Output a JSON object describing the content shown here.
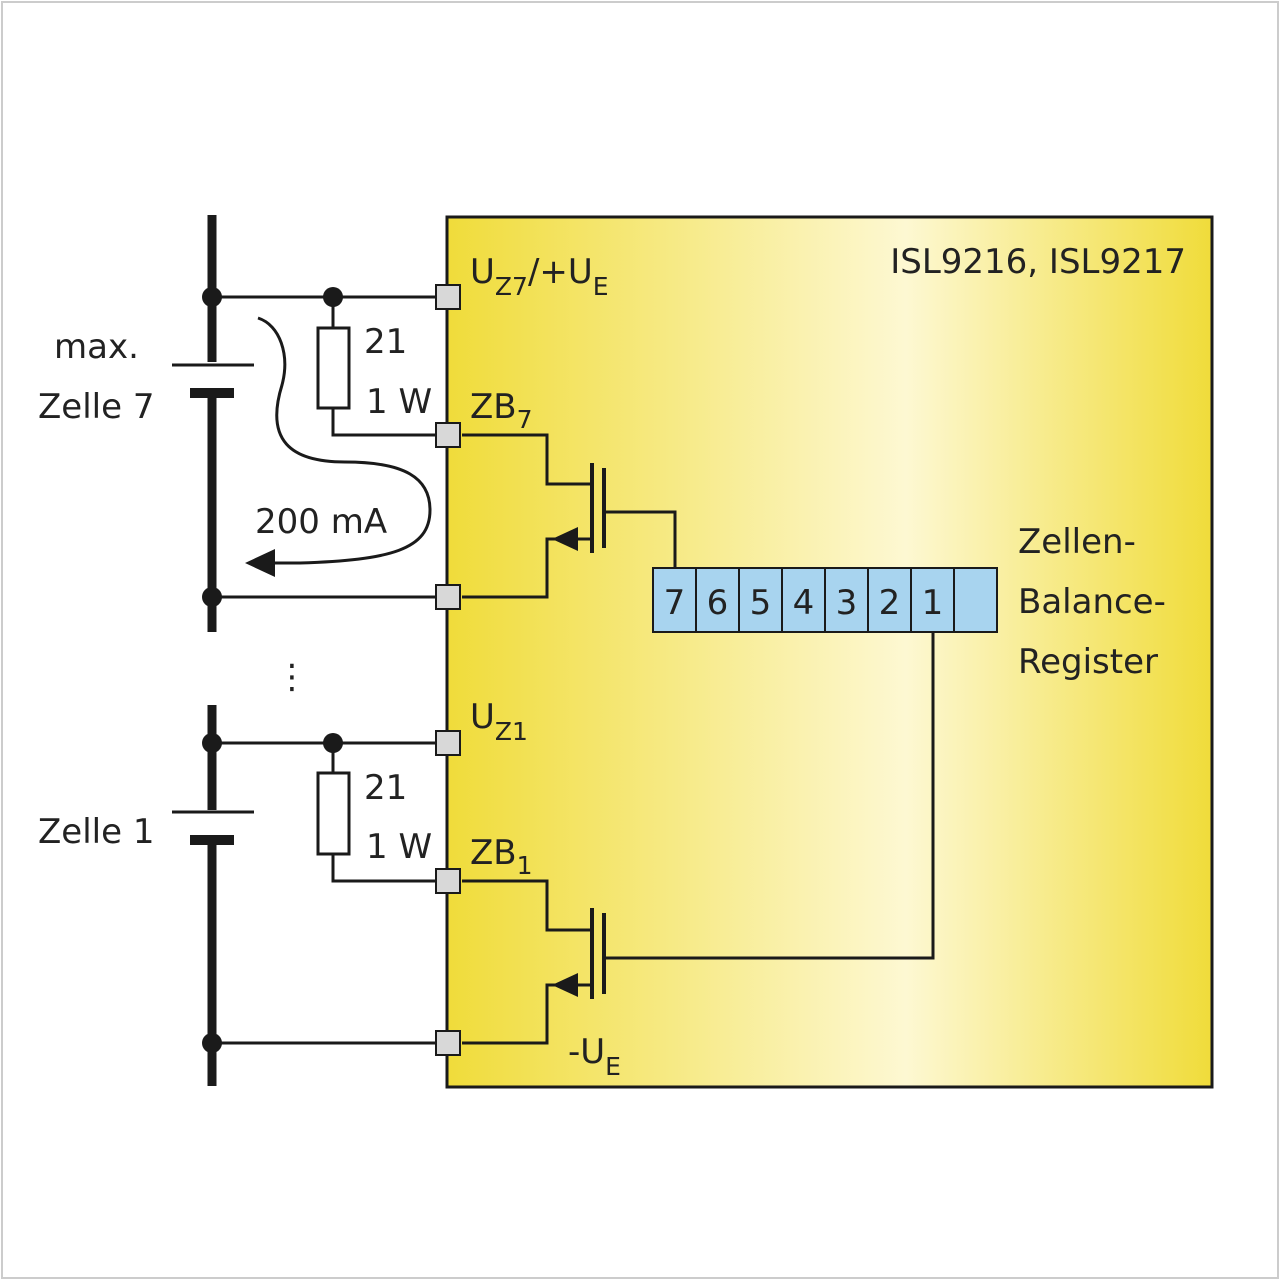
{
  "chip": {
    "name": "ISL9216, ISL9217"
  },
  "pins": {
    "uz7_main": "U",
    "uz7_sub": "Z7",
    "uz7_mid": "/+U",
    "uz7_sub2": "E",
    "zb7_main": "ZB",
    "zb7_sub": "7",
    "uz1_main": "U",
    "uz1_sub": "Z1",
    "zb1_main": "ZB",
    "zb1_sub": "1",
    "ue_main": "-U",
    "ue_sub": "E"
  },
  "cells": {
    "top_line1": "max.",
    "top_line2": "Zelle 7",
    "bottom": "Zelle 1",
    "ellipsis": "⋮"
  },
  "resistors": {
    "top_value": "21",
    "top_power": "1 W",
    "bottom_value": "21",
    "bottom_power": "1 W"
  },
  "current": {
    "label": "200 mA"
  },
  "register": {
    "bits": [
      "7",
      "6",
      "5",
      "4",
      "3",
      "2",
      "1",
      ""
    ],
    "title_lines": [
      "Zellen-",
      "Balance-",
      "Register"
    ]
  },
  "colors": {
    "chip_edge": "#f0dc3a",
    "chip_center": "#fdf8d2",
    "register_fill": "#a8d4ef",
    "pin_fill": "#d8d8d8",
    "wire": "#1a1a1a"
  }
}
